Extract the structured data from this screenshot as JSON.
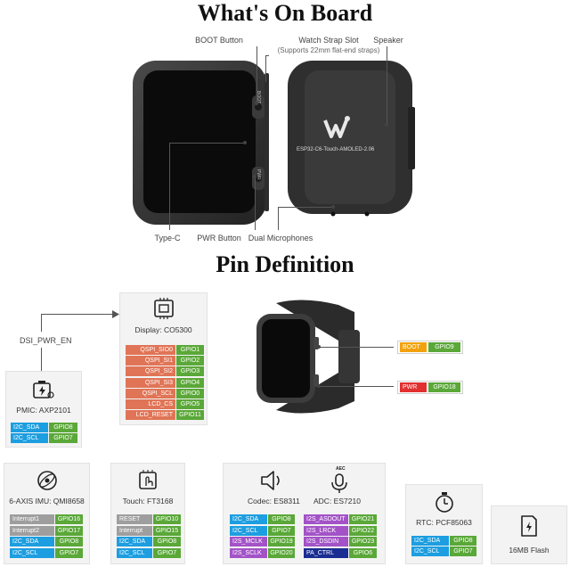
{
  "titles": {
    "board": "What's On Board",
    "pins": "Pin Definition"
  },
  "board_labels": {
    "boot": "BOOT Button",
    "strap": "Watch Strap Slot",
    "strap_sub": "(Supports 22mm flat-end straps)",
    "speaker": "Speaker",
    "typec": "Type-C",
    "pwr": "PWR Button",
    "mics": "Dual Microphones",
    "device_text": "ESP32-C6-Touch-AMOLED-2.06",
    "side_boot": "BOOT",
    "side_pwr": "PWR"
  },
  "dsi_label": "DSI_PWR_EN",
  "display": {
    "name": "Display: CO5300",
    "pins": [
      {
        "l": "QSPI_SIO0",
        "g": "GPIO1"
      },
      {
        "l": "QSPI_SI1",
        "g": "GPIO2"
      },
      {
        "l": "QSPI_SI2",
        "g": "GPIO3"
      },
      {
        "l": "QSPI_SI3",
        "g": "GPIO4"
      },
      {
        "l": "QSPI_SCL",
        "g": "GPIO0"
      },
      {
        "l": "LCD_CS",
        "g": "GPIO5"
      },
      {
        "l": "LCD_RESET",
        "g": "GPIO11"
      }
    ]
  },
  "pmic": {
    "name": "PMIC: AXP2101",
    "pins": [
      {
        "l": "I2C_SDA",
        "g": "GPIO8"
      },
      {
        "l": "I2C_SCL",
        "g": "GPIO7"
      }
    ]
  },
  "boot_tag": {
    "l": "BOOT",
    "g": "GPIO9"
  },
  "pwr_tag": {
    "l": "PWR",
    "g": "GPIO18"
  },
  "imu": {
    "name": "6-AXIS IMU: QMI8658",
    "pins": [
      {
        "l": "Interrupt1",
        "g": "GPIO16"
      },
      {
        "l": "Interrupt2",
        "g": "GPIO17"
      },
      {
        "l": "I2C_SDA",
        "g": "GPIO8"
      },
      {
        "l": "I2C_SCL",
        "g": "GPIO7"
      }
    ]
  },
  "touch": {
    "name": "Touch: FT3168",
    "pins": [
      {
        "l": "RESET",
        "g": "GPIO10"
      },
      {
        "l": "Interrupt",
        "g": "GPIO15"
      },
      {
        "l": "I2C_SDA",
        "g": "GPIO8"
      },
      {
        "l": "I2C_SCL",
        "g": "GPIO7"
      }
    ]
  },
  "codec": {
    "name1": "Codec: ES8311",
    "name2": "ADC: ES7210",
    "aec": "AEC",
    "left": [
      {
        "l": "I2C_SDA",
        "g": "GPIO8"
      },
      {
        "l": "I2C_SCL",
        "g": "GPIO7"
      },
      {
        "l": "I2S_MCLK",
        "g": "GPIO19"
      },
      {
        "l": "I2S_SCLK",
        "g": "GPIO20"
      }
    ],
    "right": [
      {
        "l": "I2S_ASDOUT",
        "g": "GPIO21"
      },
      {
        "l": "I2S_LRCK",
        "g": "GPIO22"
      },
      {
        "l": "I2S_DSDIN",
        "g": "GPIO23"
      },
      {
        "l": "PA_CTRL",
        "g": "GPIO6"
      }
    ]
  },
  "rtc": {
    "name": "RTC: PCF85063",
    "pins": [
      {
        "l": "I2C_SDA",
        "g": "GPIO8"
      },
      {
        "l": "I2C_SCL",
        "g": "GPIO7"
      }
    ]
  },
  "flash": {
    "name": "16MB Flash"
  },
  "colors": {
    "gpio": "#5aa838",
    "qspi": "#e07456",
    "i2c": "#1c9ee0",
    "interrupt": "#9e9e9e",
    "i2s": "#a353c7",
    "pa": "#1a2d92",
    "boot": "#f2a20c",
    "pwr": "#e23030"
  }
}
